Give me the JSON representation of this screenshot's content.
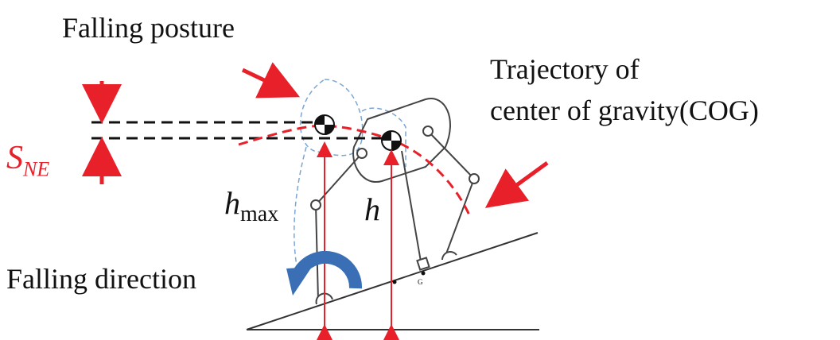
{
  "labels": {
    "falling_posture": "Falling posture",
    "trajectory_line1": "Trajectory of",
    "trajectory_line2": "center of gravity(COG)",
    "sne_main": "S",
    "sne_sub": "NE",
    "hmax_main": "h",
    "hmax_sub": "max",
    "h": "h",
    "falling_direction": "Falling direction",
    "ground_point": "G"
  },
  "colors": {
    "red": "#e8202a",
    "blue": "#3a6fb5",
    "dashed_blue": "#7aa6d6",
    "line": "#333333"
  }
}
